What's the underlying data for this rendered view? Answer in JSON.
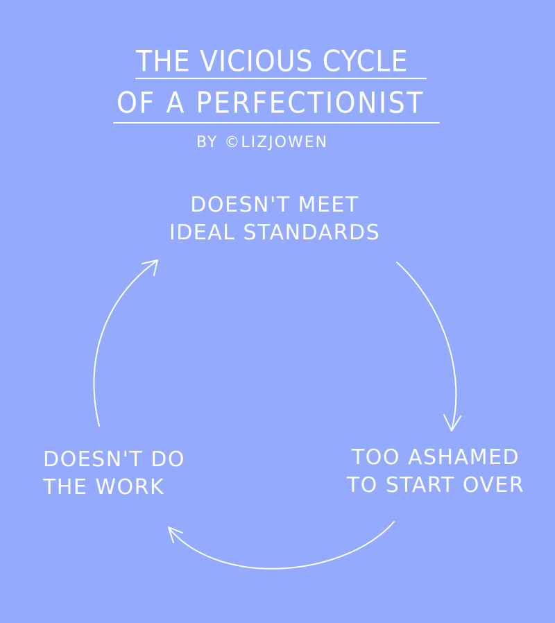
{
  "title": {
    "line1": "THE VICIOUS CYCLE",
    "line2": "OF A PERFECTIONIST"
  },
  "byline": "BY ©LIZJOWEN",
  "cycle": {
    "top": "DOESN'T MEET\nIDEAL STANDARDS",
    "right": "TOO ASHAMED\nTO START OVER",
    "left": "DOESN'T DO\nTHE WORK"
  },
  "colors": {
    "background": "#94aafc",
    "ink": "#ffffff"
  }
}
